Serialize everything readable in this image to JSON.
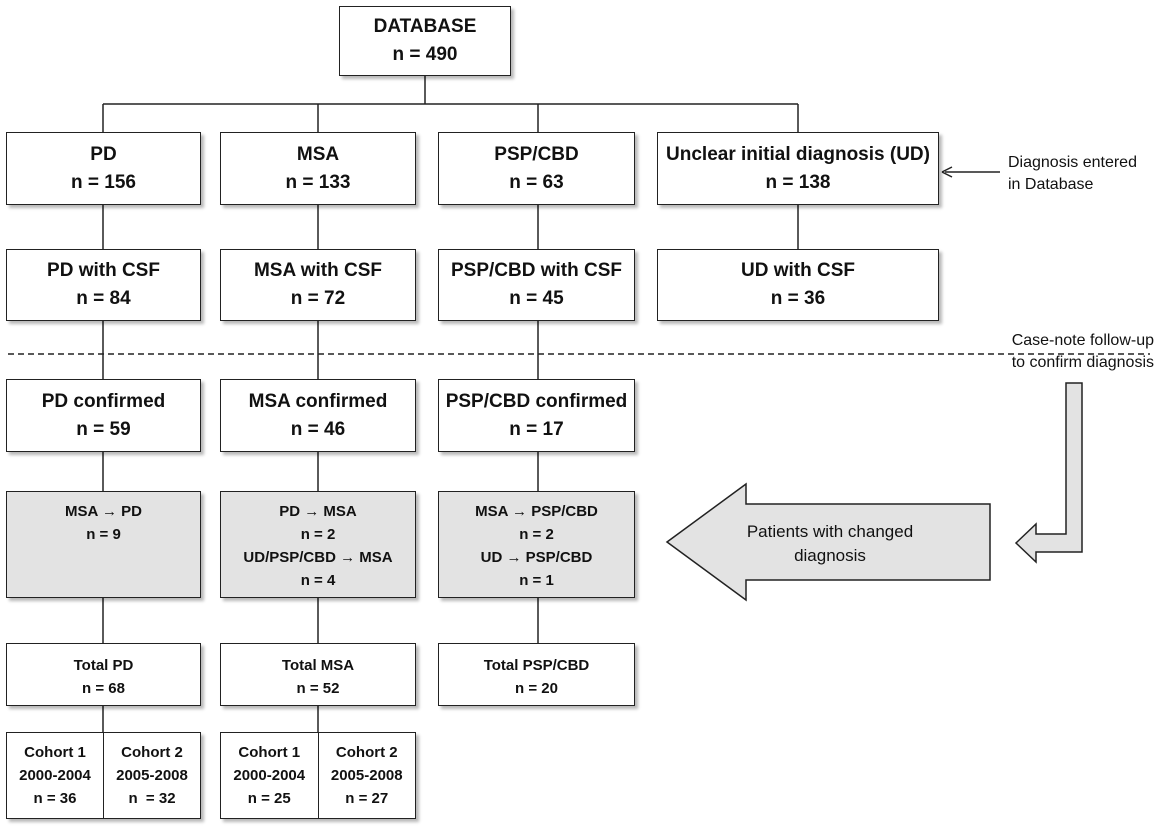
{
  "database": {
    "title": "DATABASE",
    "n": "n = 490"
  },
  "diagnosis": [
    {
      "title": "PD",
      "n": "n = 156"
    },
    {
      "title": "MSA",
      "n": "n = 133"
    },
    {
      "title": "PSP/CBD",
      "n": "n = 63"
    },
    {
      "title": "Unclear initial diagnosis (UD)",
      "n": "n = 138"
    }
  ],
  "csf": [
    {
      "title": "PD with CSF",
      "n": "n = 84"
    },
    {
      "title": "MSA with CSF",
      "n": "n = 72"
    },
    {
      "title": "PSP/CBD with CSF",
      "n": "n = 45"
    },
    {
      "title": "UD with CSF",
      "n": "n = 36"
    }
  ],
  "confirmed": [
    {
      "title": "PD confirmed",
      "n": "n = 59"
    },
    {
      "title": "MSA confirmed",
      "n": "n = 46"
    },
    {
      "title": "PSP/CBD confirmed",
      "n": "n = 17"
    }
  ],
  "changed": [
    {
      "lines": [
        "MSA → PD",
        "n = 9"
      ]
    },
    {
      "lines": [
        "PD → MSA",
        "n = 2",
        "UD/PSP/CBD → MSA",
        "n = 4"
      ]
    },
    {
      "lines": [
        "MSA → PSP/CBD",
        "n = 2",
        "UD → PSP/CBD",
        "n = 1"
      ]
    }
  ],
  "totals": [
    {
      "title": "Total PD",
      "n": "n = 68"
    },
    {
      "title": "Total MSA",
      "n": "n = 52"
    },
    {
      "title": "Total PSP/CBD",
      "n": "n = 20"
    }
  ],
  "cohorts": [
    {
      "c1": {
        "label": "Cohort 1",
        "years": "2000-2004",
        "n": "n = 36"
      },
      "c2": {
        "label": "Cohort 2",
        "years": "2005-2008",
        "n": "n  = 32"
      }
    },
    {
      "c1": {
        "label": "Cohort 1",
        "years": "2000-2004",
        "n": "n = 25"
      },
      "c2": {
        "label": "Cohort 2",
        "years": "2005-2008",
        "n": "n = 27"
      }
    }
  ],
  "annotations": {
    "diagnosis_entered": [
      "Diagnosis entered",
      "in Database"
    ],
    "case_note": [
      "Case-note follow-up",
      "to confirm diagnosis"
    ],
    "changed_arrow": [
      "Patients with changed",
      "diagnosis"
    ]
  }
}
